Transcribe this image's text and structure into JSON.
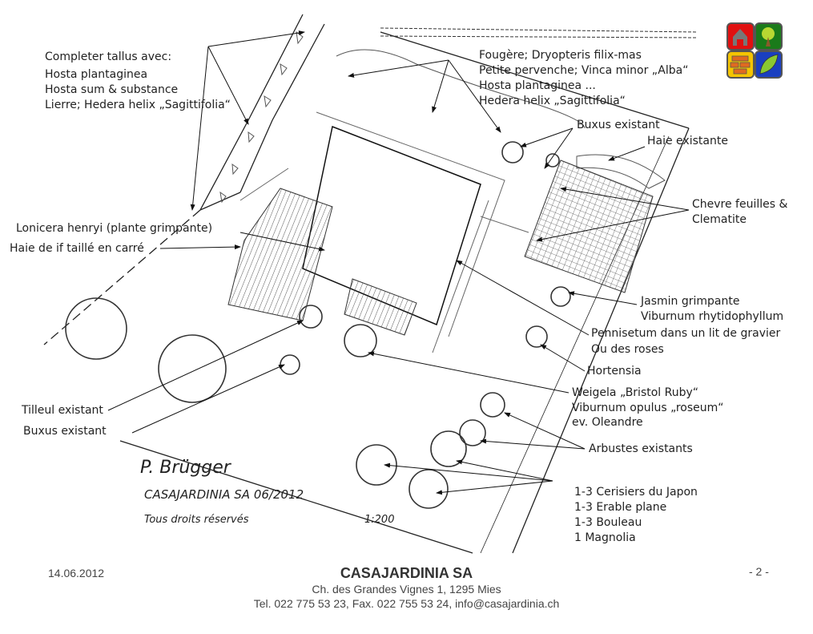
{
  "plan_labels": {
    "talus_title": "Completer tallus avec:",
    "talus_1": "Hosta plantaginea",
    "talus_2": "Hosta sum & substance",
    "talus_3": "Lierre; Hedera helix „Sagittifolia“",
    "top_1": "Fougère; Dryopteris filix-mas",
    "top_2": "Petite pervenche; Vinca minor „Alba“",
    "top_3": "Hosta plantaginea ...",
    "top_4": "Hedera helix „Sagittifolia“",
    "buxus_right": "Buxus existant",
    "haie_existante": "Haie existante",
    "chevre_1": "Chevre feuilles &",
    "chevre_2": "Clematite",
    "lonicera": "Lonicera henryi (plante grimpante)",
    "haie_if": "Haie de if taillé en carré",
    "jasmin_1": "Jasmin grimpante",
    "jasmin_2": "Viburnum rhytidophyllum",
    "pennisetum_1": "Pennisetum dans un lit de gravier",
    "pennisetum_2": "Ou des roses",
    "hortensia": "Hortensia",
    "weigela_1": "Weigela „Bristol Ruby“",
    "weigela_2": "Viburnum opulus „roseum“",
    "weigela_3": "ev. Oleandre",
    "arbustes": "Arbustes existants",
    "trees_1": "1-3 Cerisiers du Japon",
    "trees_2": "1-3 Erable plane",
    "trees_3": "1-3 Bouleau",
    "trees_4": "1 Magnolia",
    "tilleul": "Tilleul existant",
    "buxus_left": "Buxus existant"
  },
  "handwriting": {
    "signature": "P. Brügger",
    "company_date": "CASAJARDINIA SA 06/2012",
    "rights": "Tous droits réservés",
    "scale": "1:200"
  },
  "logo": {
    "colors": [
      "#e01010",
      "#1a7a1a",
      "#f5c400",
      "#1a3fc0"
    ],
    "icons": [
      "house-icon",
      "tree-icon",
      "brick-icon",
      "leaf-icon"
    ]
  },
  "footer": {
    "date": "14.06.2012",
    "company": "CASAJARDINIA SA",
    "address": "Ch. des Grandes Vignes 1, 1295 Mies",
    "contact": "Tel. 022 775 53 23, Fax. 022 755 53 24, info@casajardinia.ch",
    "page": "- 2 -"
  }
}
